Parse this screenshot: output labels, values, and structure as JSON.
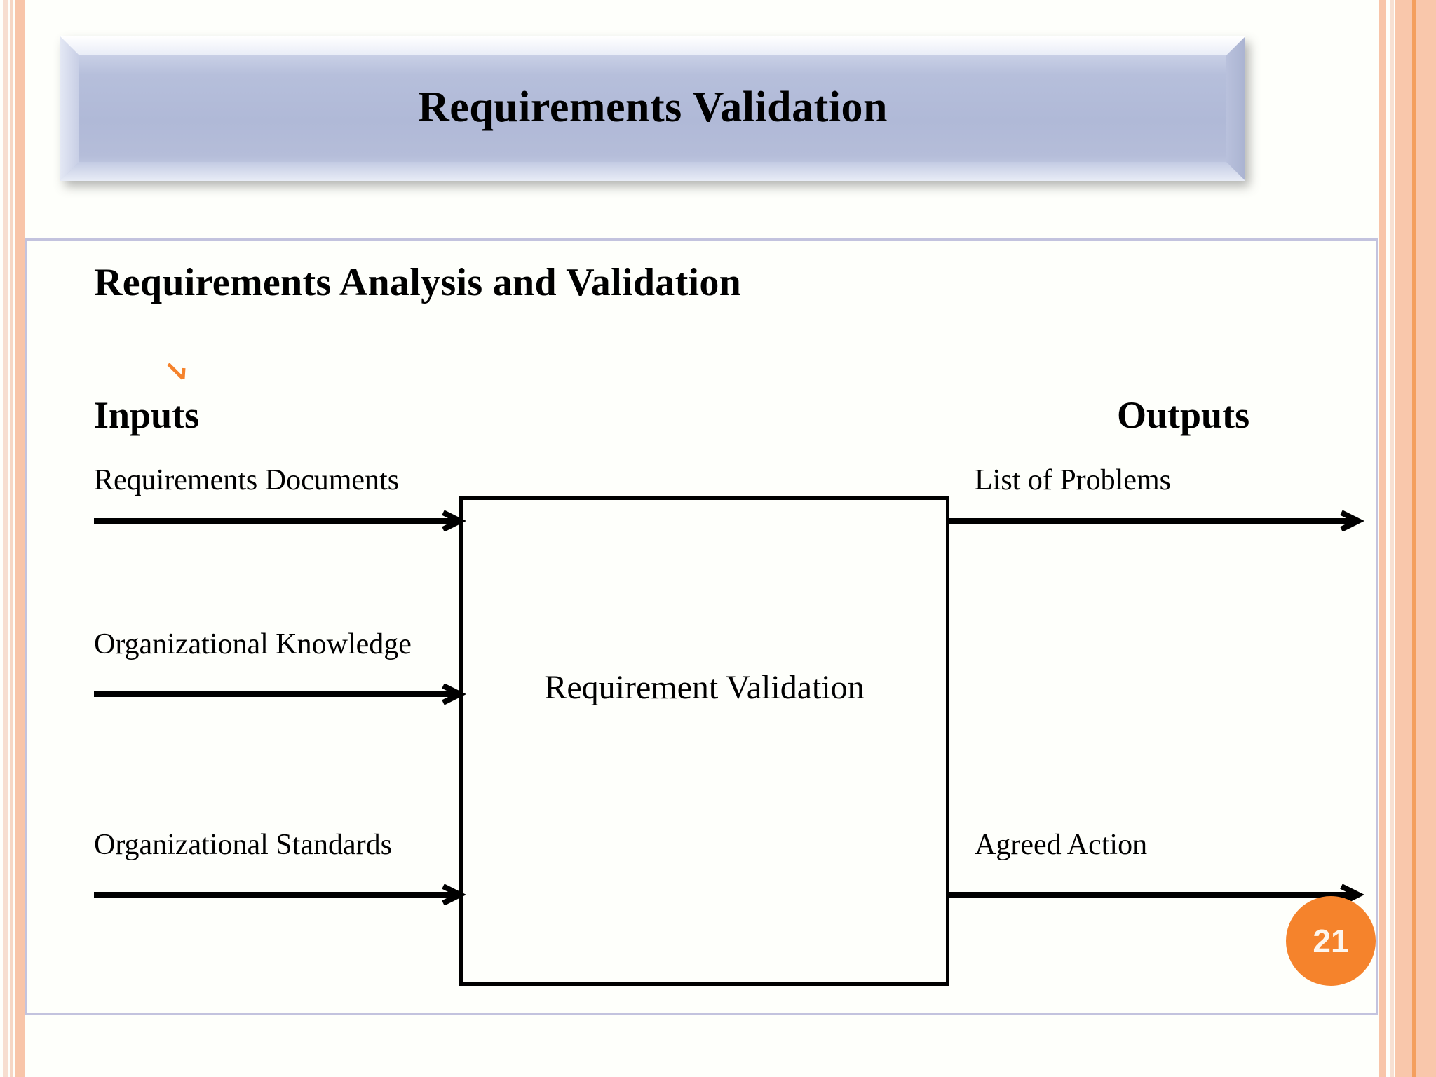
{
  "slide": {
    "title": "Requirements Validation",
    "section_heading": "Requirements Analysis and Validation",
    "page_number": "21",
    "accent_color": "#f5832c",
    "banner_color": "#b0b9d7",
    "frame_border_color": "#c3c3de",
    "edge_stripe_color": "#f8c5a9"
  },
  "diagram": {
    "type": "block-flow",
    "inputs_header": "Inputs",
    "outputs_header": "Outputs",
    "process_label": "Requirement Validation",
    "inputs": [
      {
        "label": "Requirements Documents",
        "arrow": "arrow-right-icon"
      },
      {
        "label": "Organizational Knowledge",
        "arrow": "arrow-right-icon"
      },
      {
        "label": "Organizational Standards",
        "arrow": "arrow-right-icon"
      }
    ],
    "outputs": [
      {
        "label": "List of Problems",
        "arrow": "arrow-right-icon"
      },
      {
        "label": "Agreed Action",
        "arrow": "arrow-right-icon"
      }
    ],
    "bullet_icon": "orange-chevron-bullet-icon"
  }
}
